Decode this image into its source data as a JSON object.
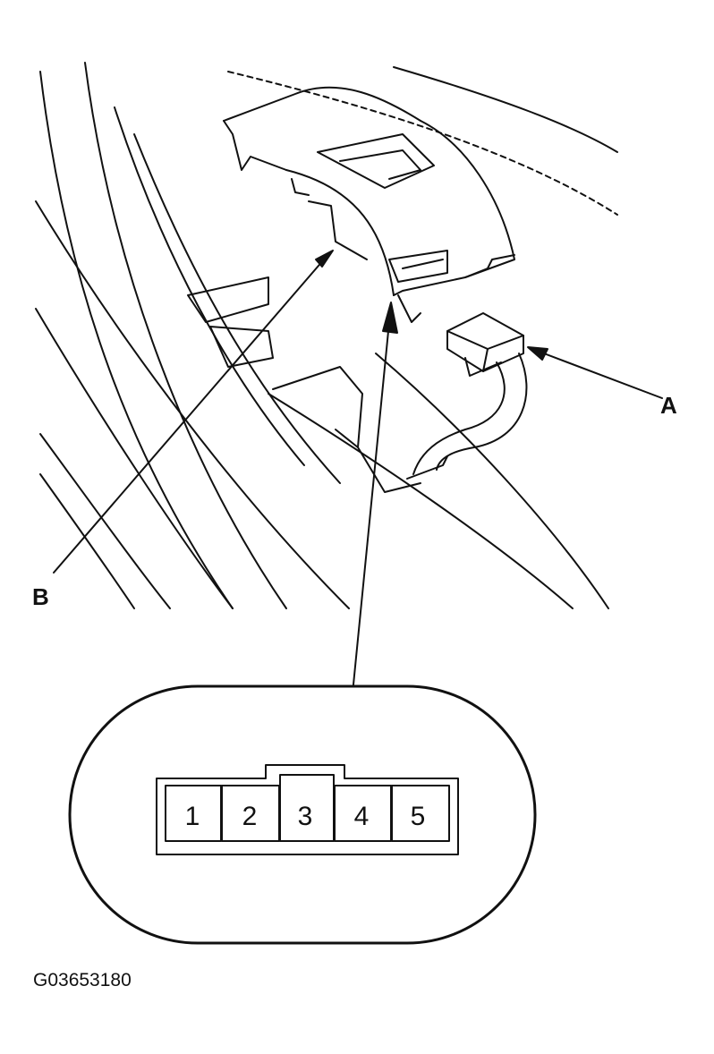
{
  "callouts": {
    "a": "A",
    "b": "B"
  },
  "connector_pins": [
    "1",
    "2",
    "3",
    "4",
    "5"
  ],
  "figure_id": "G03653180",
  "colors": {
    "line": "#111111",
    "background": "#ffffff"
  }
}
